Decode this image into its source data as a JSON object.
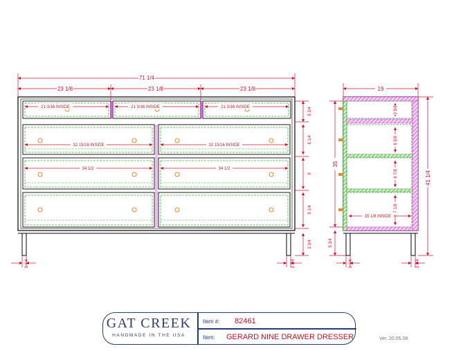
{
  "front_view": {
    "overall_width": "71 1/4",
    "top_section_widths": [
      "23 1/8",
      "23 1/8",
      "23 1/8"
    ],
    "small_drawer_inside": "21 3/16 INSIDE",
    "wide_drawer_inside": "32 15/16 INSIDE",
    "drawer_width_label": "34 1/2",
    "row_heights": [
      "5 3/4",
      "8 1/4",
      "9",
      "9 1/4"
    ],
    "leg_height": "3 3/4",
    "foot_inset": "3 1/4"
  },
  "side_view": {
    "depth": "19",
    "inner_height": "35",
    "overall_height": "41 1/4",
    "foot_height": "5 3/4",
    "drawer_depth_inside": "15 1/8 INSIDE",
    "inside_heights": [
      "3 5/8",
      "6 5/8",
      "6 7/8",
      "7 1/8"
    ],
    "foot_inset": "3 1/4"
  },
  "title_block": {
    "brand": "GAT CREEK",
    "tagline": "HANDMADE IN THE USA",
    "item_number_label": "Item #:",
    "item_number": "82461",
    "item_label": "Item:",
    "item_name": "GERARD NINE DRAWER DRESSER"
  },
  "version": "Ver. 20.05.08",
  "colors": {
    "outline": "#000000",
    "dimension": "#d0102a",
    "interior": "#3aa82f",
    "pull": "#e68a2e",
    "side_panel": "#d23ad6",
    "title_border": "#1e3f73"
  }
}
